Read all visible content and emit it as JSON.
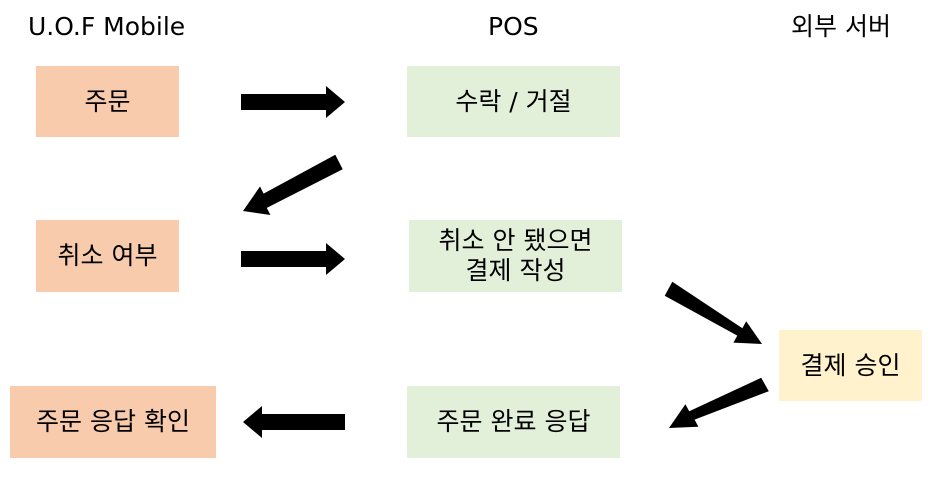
{
  "columns": {
    "uof_mobile": "U.O.F Mobile",
    "pos": "POS",
    "external_server": "외부 서버"
  },
  "boxes": {
    "order": "주문",
    "accept_reject": "수락 / 거절",
    "cancel_check": "취소 여부",
    "create_payment_line1": "취소 안 됐으면",
    "create_payment_line2": "결제 작성",
    "payment_approval": "결제 승인",
    "order_complete_response": "주문 완료 응답",
    "order_response_check": "주문 응답 확인"
  },
  "colors": {
    "mobile_box": "#f8cbad",
    "pos_box": "#e2efd9",
    "server_box": "#fff2cc",
    "arrow": "#000000"
  },
  "arrows": [
    {
      "name": "order-to-accept-arrow",
      "direction": "right"
    },
    {
      "name": "accept-to-cancel-arrow",
      "direction": "down-left"
    },
    {
      "name": "cancel-to-create-payment-arrow",
      "direction": "right"
    },
    {
      "name": "create-payment-to-approval-arrow",
      "direction": "down-right"
    },
    {
      "name": "approval-to-complete-arrow",
      "direction": "down-left"
    },
    {
      "name": "complete-to-response-check-arrow",
      "direction": "left"
    }
  ]
}
